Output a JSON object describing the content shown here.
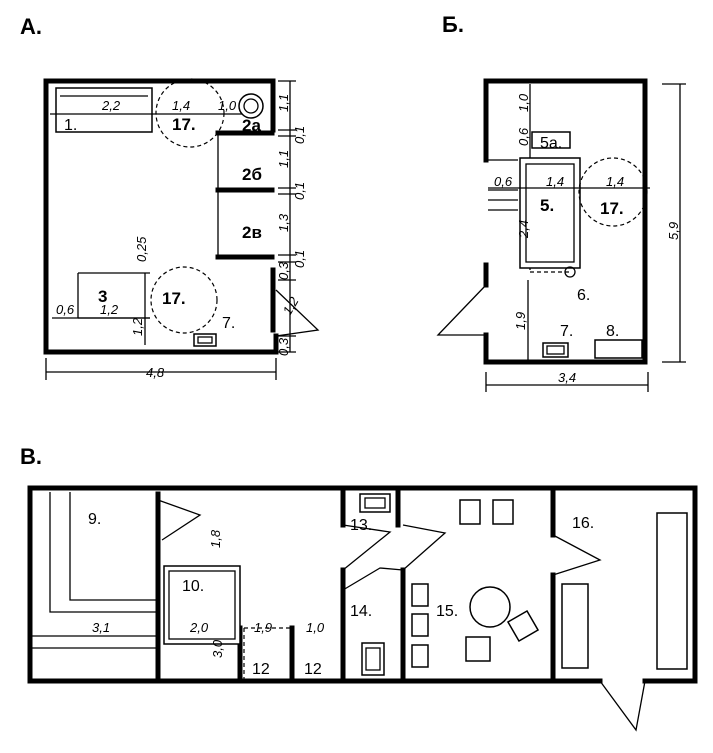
{
  "panels": {
    "a": {
      "heading": "А."
    },
    "b": {
      "heading": "Б."
    },
    "c": {
      "heading": "В."
    }
  },
  "labels": {
    "a_1": "1.",
    "a_17_top": "17.",
    "a_2a": "2а",
    "a_2b": "2б",
    "a_2v": "2в",
    "a_3": "3",
    "a_17_bottom": "17.",
    "a_7": "7.",
    "b_5a": "5а.",
    "b_5": "5.",
    "b_17": "17.",
    "b_6": "6.",
    "b_7": "7.",
    "b_8": "8.",
    "c_9": "9.",
    "c_10": "10.",
    "c_12a": "12",
    "c_12b": "12",
    "c_13": "13.",
    "c_14": "14.",
    "c_15": "15.",
    "c_16": "16."
  },
  "dims": {
    "a_2_2": "2,2",
    "a_1_4": "1,4",
    "a_1_0": "1,0",
    "a_4_8": "4,8",
    "a_1_1a": "1,1",
    "a_0_1a": "0,1",
    "a_1_1b": "1,1",
    "a_0_1b": "0,1",
    "a_1_3": "1,3",
    "a_0_1c": "0,1",
    "a_0_3a": "0,3",
    "a_1_2r": "1,2",
    "a_0_3b": "0,3",
    "a_0_25": "0,25",
    "a_0_6": "0,6",
    "a_1_2h": "1,2",
    "a_1_2v": "1,2",
    "b_1_0": "1,0",
    "b_0_6v": "0,6",
    "b_0_6h": "0,6",
    "b_1_4a": "1,4",
    "b_1_4b": "1,4",
    "b_2_4": "2,4",
    "b_1_9": "1,9",
    "b_5_9": "5,9",
    "b_3_4": "3,4",
    "c_1_8": "1,8",
    "c_3_1": "3,1",
    "c_2_0": "2,0",
    "c_3_0": "3,0",
    "c_1_9": "1,9",
    "c_1_0": "1,0"
  }
}
